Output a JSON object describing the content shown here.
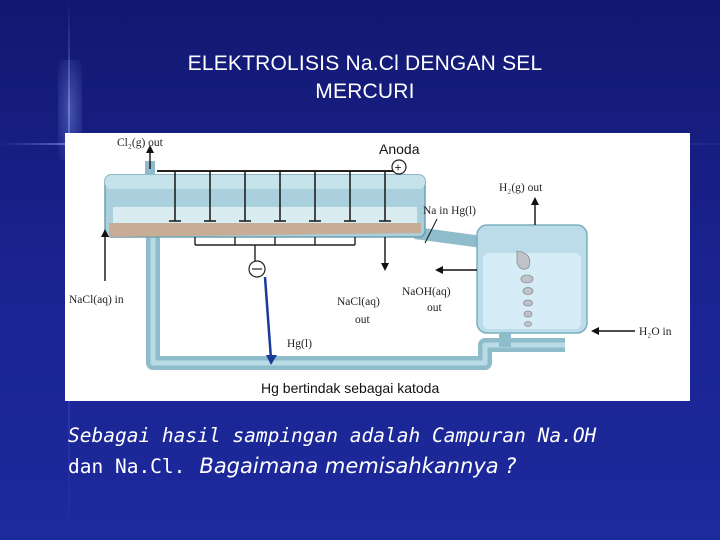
{
  "slide": {
    "title_line1": "ELEKTROLISIS Na.Cl DENGAN SEL",
    "title_line2": "MERCURI"
  },
  "diagram": {
    "anode_label": "Anoda",
    "cathode_caption": "Hg bertindak sebagai katoda",
    "labels": {
      "cl2": "Cl₂(g) out",
      "h2": "H₂(g) out",
      "na_in_hg": "Na in Hg(l)",
      "nacl_in": "NaCl(aq) in",
      "naoh_1": "NaOH(aq)",
      "naoh_2": "out",
      "nacl_out_1": "NaCl(aq)",
      "nacl_out_2": "out",
      "hg": "Hg(l)",
      "h2o": "H₂O in"
    },
    "colors": {
      "tank": "#9ec9d6",
      "tank_dark": "#7aaebf",
      "mercury": "#c7ad95",
      "pipe": "#8fbccb",
      "water": "#cfe8f5"
    }
  },
  "caption": {
    "line1": "Sebagai hasil sampingan adalah Campuran Na.OH",
    "line2_a": "dan Na.Cl.",
    "line2_b": "Bagaimana memisahkannya ?"
  }
}
